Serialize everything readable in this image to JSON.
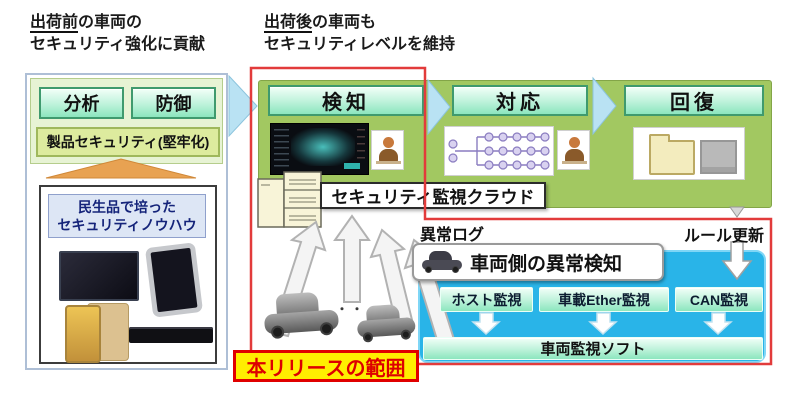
{
  "header_pre": {
    "bold": "出荷前",
    "rest": "の車両の",
    "line2": "セキュリティ強化に貢献"
  },
  "header_post": {
    "bold": "出荷後",
    "rest": "の車両も",
    "line2": "セキュリティレベルを維持"
  },
  "left_panel": {
    "analysis": "分析",
    "defense": "防御",
    "product_security": "製品セキュリティ(堅牢化)",
    "knowhow_line1": "民生品で培った",
    "knowhow_line2": "セキュリティノウハウ",
    "device_icons": [
      "tv-icon",
      "tablet-icon",
      "smartphone-icon",
      "recorder-icon"
    ]
  },
  "pipeline": {
    "detect": "検知",
    "respond": "対応",
    "recover": "回復"
  },
  "cloud_label": "セキュリティ監視クラウド",
  "anomaly_log": "異常ログ",
  "rule_update": "ルール更新",
  "vehicle_panel": {
    "title": "車両側の異常検知",
    "monitors": [
      "ホスト監視",
      "車載Ether監視",
      "CAN監視"
    ],
    "software": "車両監視ソフト"
  },
  "scope_label": "本リリースの範囲",
  "ellipsis": "・・・",
  "colors": {
    "panel_green": "#a2c861",
    "mint_border": "#3f9a6e",
    "product_box_bg": "#ddeb9e",
    "panel_blue": "#29b4e8",
    "scope_yellow": "#ffee00",
    "scope_red": "#dd0000",
    "outline_red": "#e23b3b",
    "knowhow_bg": "#dde6f5",
    "orange_arrow": "#e8a252",
    "chevron_blue": "#b9e2f3"
  }
}
